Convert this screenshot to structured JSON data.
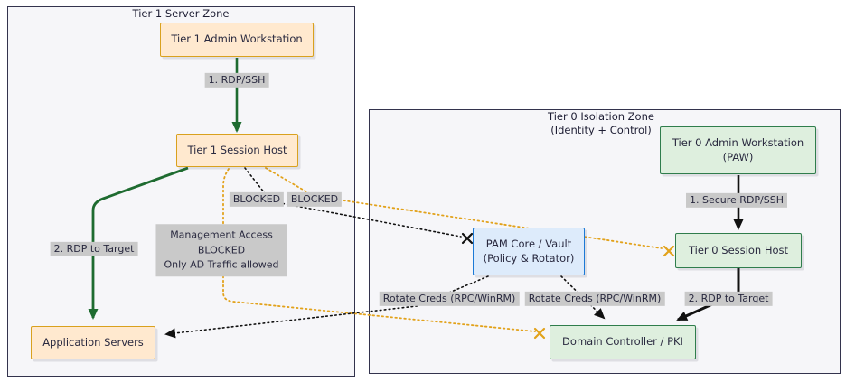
{
  "zones": {
    "tier1": {
      "title": "Tier 1 Server Zone"
    },
    "tier0": {
      "title": "Tier 0 Isolation Zone",
      "subtitle": "(Identity + Control)"
    }
  },
  "nodes": {
    "t1_admin": {
      "label": "Tier 1 Admin Workstation"
    },
    "t1_session": {
      "label": "Tier 1 Session Host"
    },
    "app_servers": {
      "label": "Application Servers"
    },
    "t0_admin": {
      "label": "Tier 0 Admin Workstation",
      "sublabel": "(PAW)"
    },
    "t0_session": {
      "label": "Tier 0 Session Host"
    },
    "pam": {
      "label": "PAM Core / Vault",
      "sublabel": "(Policy & Rotator)"
    },
    "dc": {
      "label": "Domain Controller / PKI"
    }
  },
  "edge_labels": {
    "t1_rdp": "1. RDP/SSH",
    "t1_rdp_target": "2. RDP to Target",
    "blocked_left": "BLOCKED",
    "blocked_right": "BLOCKED",
    "mgmt_line1": "Management Access",
    "mgmt_line2": "BLOCKED",
    "mgmt_line3": "Only AD Traffic allowed",
    "t0_secure_rdp": "1. Secure RDP/SSH",
    "rotate_creds_left": "Rotate Creds (RPC/WinRM)",
    "rotate_creds_right": "Rotate Creds (RPC/WinRM)",
    "t0_rdp_target": "2. RDP to Target"
  },
  "colors": {
    "zone_border": "#33334d",
    "zone_fill": "#f6f6f9",
    "orange_border": "#d9a11e",
    "orange_fill": "#ffe9cf",
    "green_border": "#2f7d4c",
    "green_fill": "#deefde",
    "blue_border": "#1b79d6",
    "blue_fill": "#ddebfb",
    "label_bg": "#c9c9c9",
    "text": "#29293f",
    "arrow_green": "#1e6b30",
    "arrow_black": "#111111",
    "dotted_yellow": "#e2a21b"
  }
}
